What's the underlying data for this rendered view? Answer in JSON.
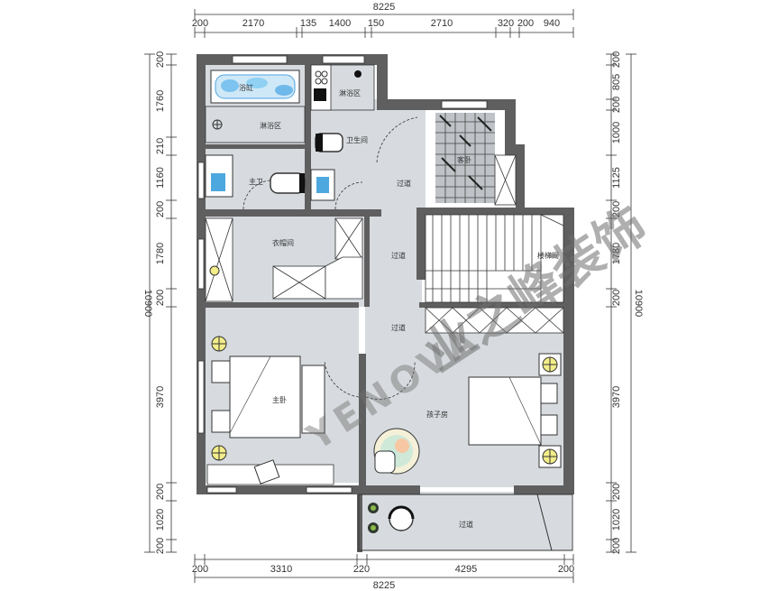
{
  "dimensions": {
    "top_total": "8225",
    "top_segments": [
      "200",
      "2170",
      "135",
      "1400",
      "150",
      "2710",
      "320",
      "200",
      "940"
    ],
    "bottom_total": "8225",
    "bottom_segments": [
      "200",
      "3310",
      "220",
      "4295",
      "200"
    ],
    "left_total": "10900",
    "left_segments": [
      "200",
      "1760",
      "210",
      "1160",
      "200",
      "1780",
      "200",
      "3970",
      "200",
      "1020",
      "200"
    ],
    "right_total": "10900",
    "right_segments": [
      "200",
      "805",
      "200",
      "1000",
      "1125",
      "200",
      "1780",
      "200",
      "3970",
      "200",
      "1020",
      "200"
    ]
  },
  "rooms": {
    "bathtub": "浴缸",
    "shower_right": "淋浴区",
    "shower_left": "淋浴区",
    "bathroom": "卫生间",
    "master_bath": "主卫",
    "corridor_top": "过道",
    "guest_bath": "客卧",
    "wardrobe": "衣帽间",
    "corridor_mid": "过道",
    "stairwell": "楼梯间",
    "corridor_lower": "过道",
    "master_bedroom": "主卧",
    "kids_room": "孩子房",
    "corridor_balcony": "过道"
  },
  "watermark": {
    "latin": "YENOVA",
    "chinese": "业之峰装饰"
  },
  "colors": {
    "wall": "#5f5f5f",
    "floor": "#d7dbdf",
    "line": "#222222"
  }
}
